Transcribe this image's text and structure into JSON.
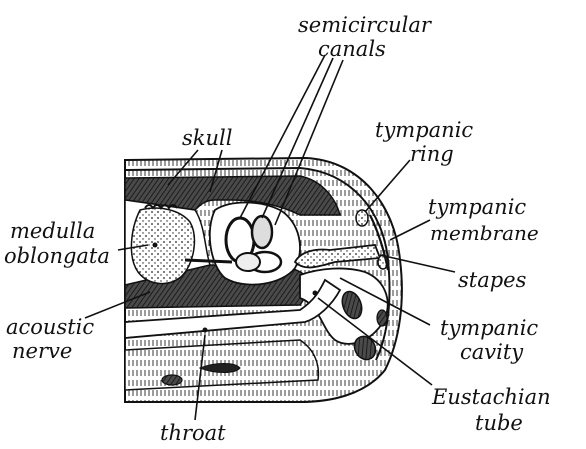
{
  "labels": {
    "semicircular_canals": [
      "semicircular",
      "canals"
    ],
    "skull": "skull",
    "tympanic_ring": [
      "tympanic",
      "ring"
    ],
    "medulla_oblongata": [
      "medulla",
      "oblongata"
    ],
    "tympanic_membrane": [
      "tympanic",
      "membrane"
    ],
    "stapes": "stapes",
    "acoustic_nerve": [
      "acoustic",
      "nerve"
    ],
    "tympanic_cavity": [
      "tympanic",
      "cavity"
    ],
    "eustachian_tube": [
      "Eustachian",
      "tube"
    ],
    "throat": "throat"
  },
  "colors": {
    "ink": "#111111",
    "dark_tissue": "#555555",
    "light_tissue": "#ffffff"
  }
}
